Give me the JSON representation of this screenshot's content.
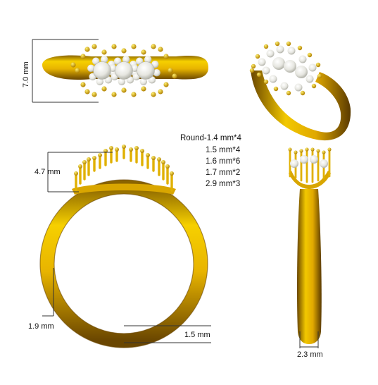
{
  "dimensions": {
    "top_height": "7.0 mm",
    "prong_height": "4.7 mm",
    "shank_side": "1.9 mm",
    "shank_bottom": "1.5 mm",
    "shank_width": "2.3 mm"
  },
  "stone_spec": {
    "lines": [
      "Round-1.4 mm*4",
      "1.5 mm*4",
      "1.6 mm*6",
      "1.7 mm*2",
      "2.9 mm*3"
    ]
  },
  "colors": {
    "gold": "#f2c200",
    "gold_dark": "#7a5200",
    "diamond": "#eeeeea",
    "line": "#333333"
  }
}
